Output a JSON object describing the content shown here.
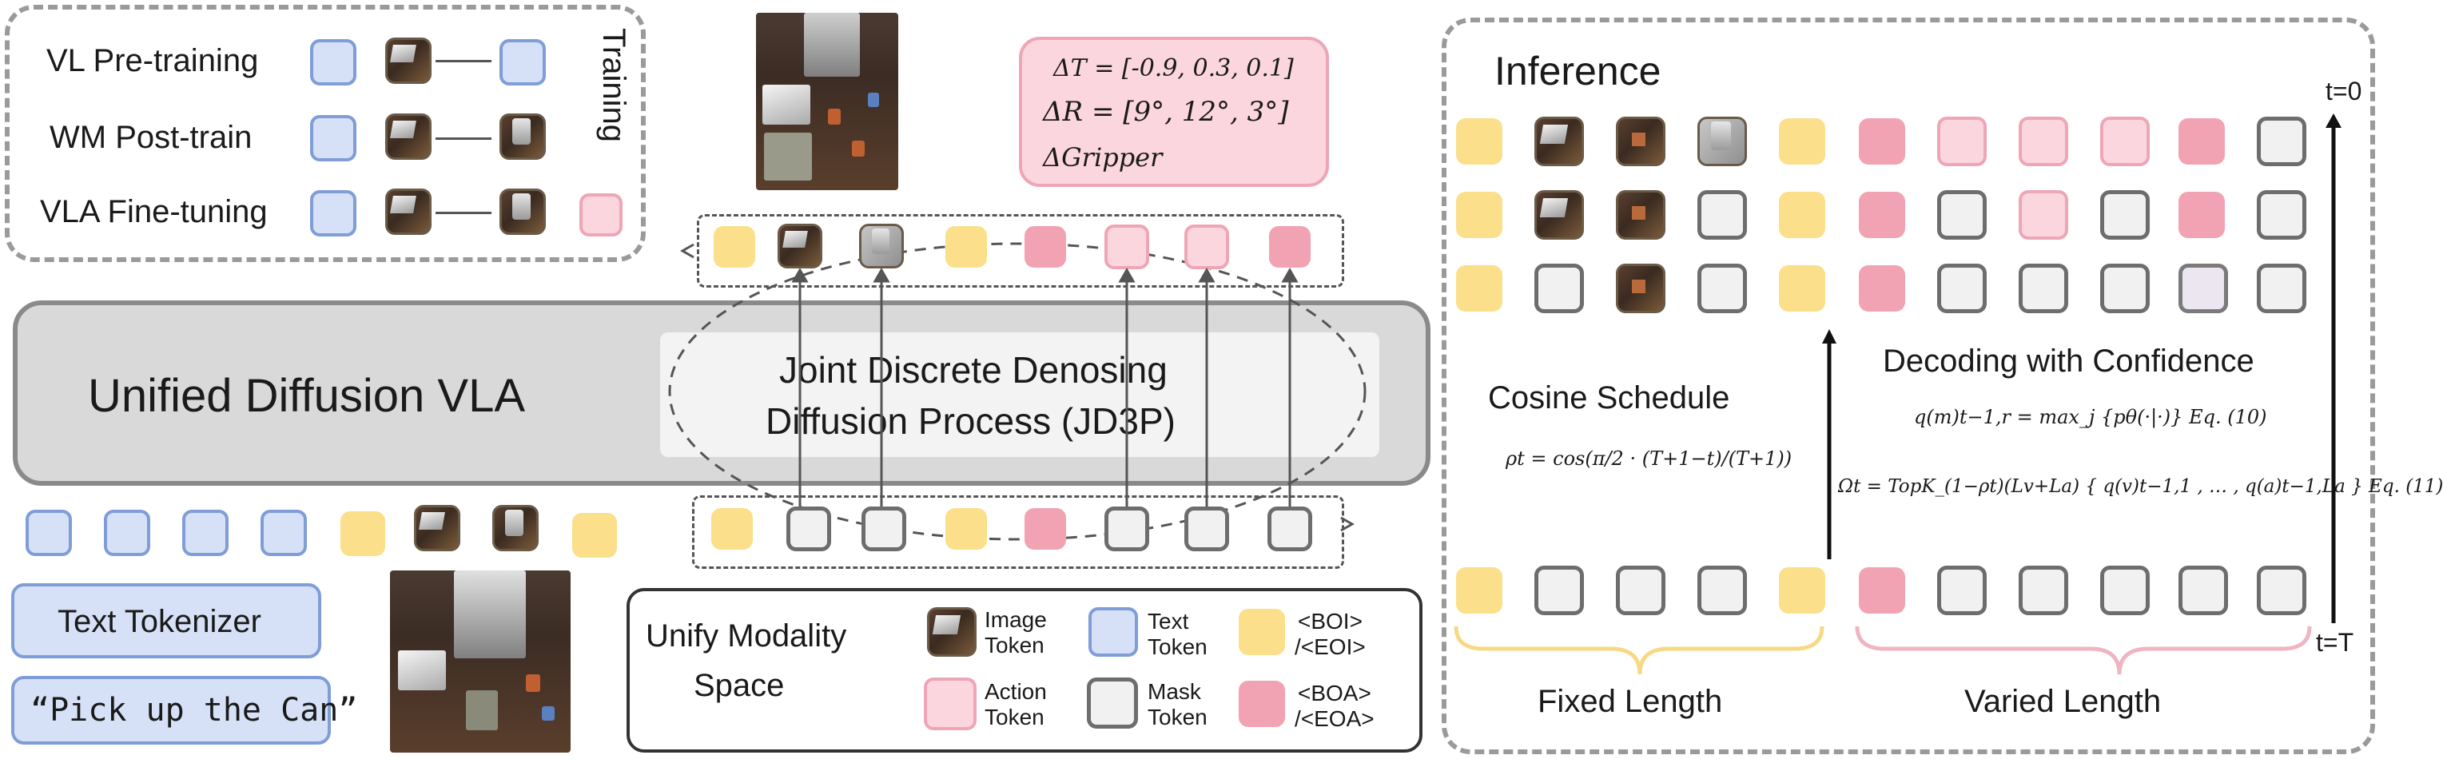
{
  "training": {
    "rows": [
      "VL Pre-training",
      "WM Post-train",
      "VLA Fine-tuning"
    ],
    "title": "Training"
  },
  "delta": {
    "line1": "ΔT = [-0.9, 0.3, 0.1]",
    "line2": "ΔR = [9°, 12°, 3°]",
    "line3": "ΔGripper"
  },
  "main_block": {
    "title": "Unified Diffusion VLA",
    "jd3p_line1": "Joint Discrete Denosing",
    "jd3p_line2": "Diffusion Process (JD3P)"
  },
  "tokenizer": {
    "label": "Text Tokenizer",
    "prompt": "“Pick up the Can”"
  },
  "legend": {
    "title_line1": "Unify Modality",
    "title_line2": "Space",
    "image": [
      "Image",
      "Token"
    ],
    "text": [
      "Text",
      "Token"
    ],
    "boi": [
      "<BOI>",
      "/<EOI>"
    ],
    "action": [
      "Action",
      "Token"
    ],
    "mask": [
      "Mask",
      "Token"
    ],
    "boa": [
      "<BOA>",
      "/<EOA>"
    ]
  },
  "inference": {
    "title": "Inference",
    "t0": "t=0",
    "tT": "t=T",
    "cosine_title": "Cosine Schedule",
    "cosine_formula": "ρt = cos(π/2 · (T+1−t)/(T+1))",
    "decoding_title": "Decoding with Confidence",
    "eq10": "q(m)t−1,r = max_j {pθ(·|·)}   Eq. (10)",
    "eq11": "Ωt = TopK_(1−ρt)(Lv+La) { q(v)t−1,1 , … , q(a)t−1,La }  Eq. (11)",
    "fixed_length": "Fixed Length",
    "varied_length": "Varied Length"
  }
}
